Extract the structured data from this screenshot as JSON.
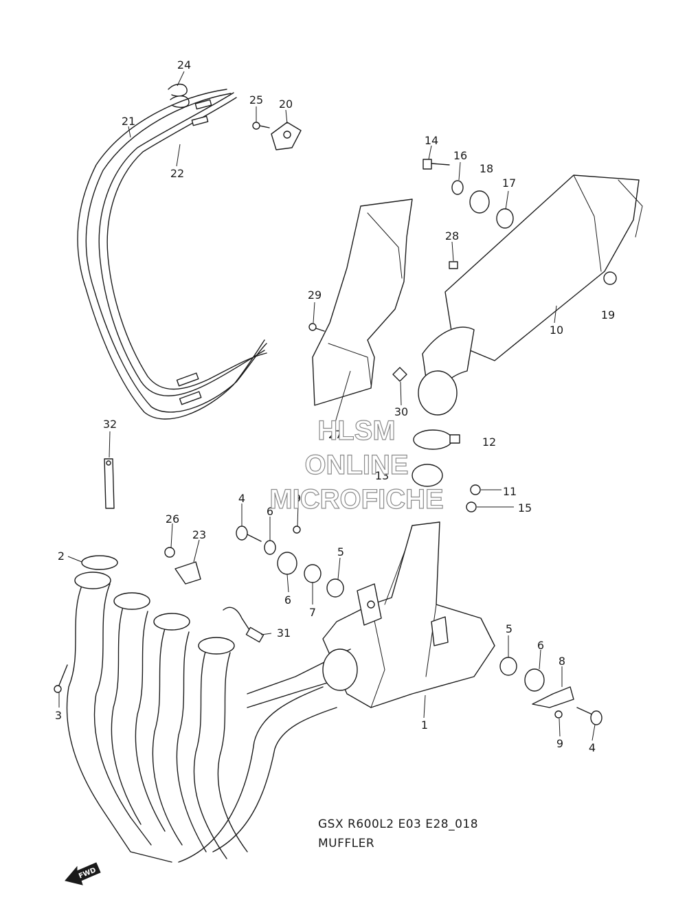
{
  "callouts": {
    "c1": "1",
    "c2": "2",
    "c3": "3",
    "c4a": "4",
    "c4b": "4",
    "c5a": "5",
    "c5b": "5",
    "c6a": "6",
    "c6b": "6",
    "c6c": "6",
    "c7": "7",
    "c8": "8",
    "c9a": "9",
    "c9b": "9",
    "c10": "10",
    "c11": "11",
    "c12": "12",
    "c13": "13",
    "c14": "14",
    "c15": "15",
    "c16": "16",
    "c17": "17",
    "c18": "18",
    "c19": "19",
    "c20": "20",
    "c21": "21",
    "c22": "22",
    "c23": "23",
    "c24": "24",
    "c25": "25",
    "c26": "26",
    "c27": "27",
    "c28": "28",
    "c29": "29",
    "c30": "30",
    "c31": "31",
    "c32": "32"
  },
  "watermark": {
    "line1": "HLSM",
    "line2": "ONLINE",
    "line3": "MICROFICHE"
  },
  "caption": {
    "model": "GSX R600L2 E03 E28_018",
    "section": "MUFFLER"
  },
  "fwd_label": "FWD"
}
